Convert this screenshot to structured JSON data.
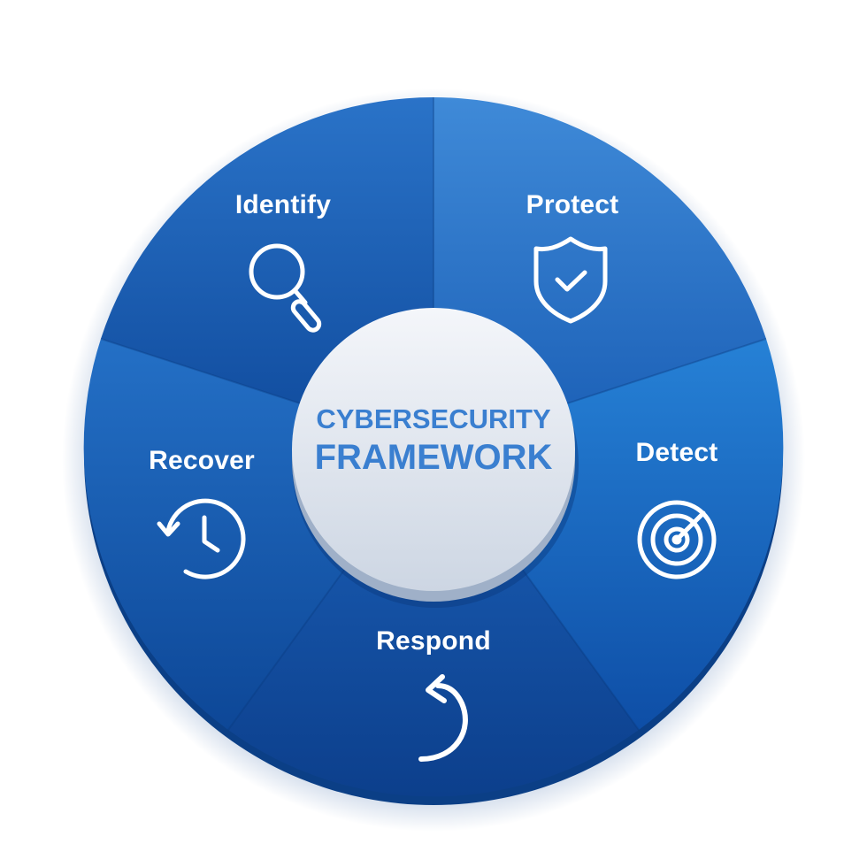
{
  "center": {
    "line1": "CYBERSECURITY",
    "line2": "FRAMEWORK"
  },
  "segments": [
    {
      "label": "Identify",
      "icon": "magnifier-icon"
    },
    {
      "label": "Protect",
      "icon": "shield-check-icon"
    },
    {
      "label": "Detect",
      "icon": "radar-icon"
    },
    {
      "label": "Respond",
      "icon": "curved-arrow-icon"
    },
    {
      "label": "Recover",
      "icon": "history-clock-icon"
    }
  ],
  "colors": {
    "segment_dark": "#0d4a9e",
    "segment_light": "#3c8ad8",
    "center_text": "#3a7fd0",
    "center_fill": "#e6ebf2"
  }
}
